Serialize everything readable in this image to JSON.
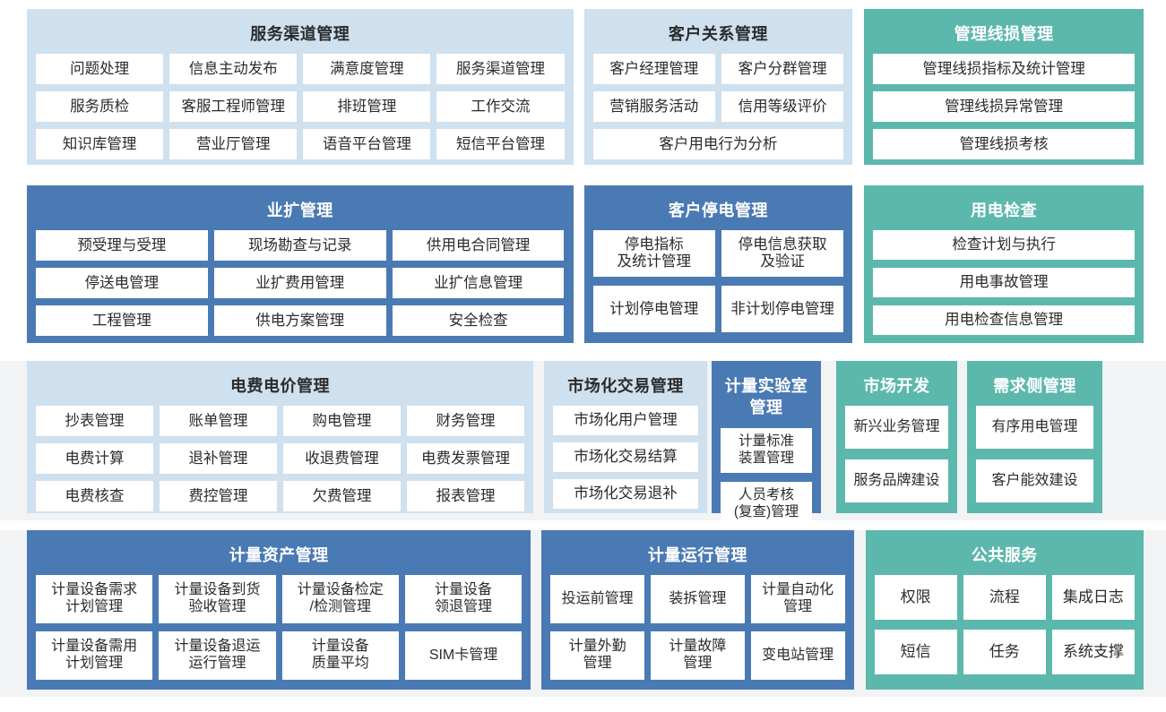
{
  "theme": {
    "page_background": "#ffffff",
    "band_background": "#f2f3f4",
    "light_blue": "#cfe0ee",
    "blue": "#4a7ab4",
    "teal": "#5cb8ac",
    "tile_background": "#ffffff",
    "tile_text": "#2b2b2b"
  },
  "rows": [
    {
      "panels": [
        {
          "id": "service",
          "title": "服务渠道管理",
          "color": "light_blue",
          "tile_rows": [
            [
              "问题处理",
              "信息主动发布",
              "满意度管理",
              "服务渠道管理"
            ],
            [
              "服务质检",
              "客服工程师管理",
              "排班管理",
              "工作交流"
            ],
            [
              "知识库管理",
              "营业厅管理",
              "语音平台管理",
              "短信平台管理"
            ]
          ]
        },
        {
          "id": "crm",
          "title": "客户关系管理",
          "color": "light_blue",
          "tile_rows": [
            [
              "客户经理管理",
              "客户分群管理"
            ],
            [
              "营销服务活动",
              "信用等级评价"
            ],
            [
              "客户用电行为分析"
            ]
          ]
        },
        {
          "id": "lineloss",
          "title": "管理线损管理",
          "color": "teal",
          "tile_rows": [
            [
              "管理线损指标及统计管理"
            ],
            [
              "管理线损异常管理"
            ],
            [
              "管理线损考核"
            ]
          ]
        }
      ]
    },
    {
      "panels": [
        {
          "id": "yekuo",
          "title": "业扩管理",
          "color": "blue",
          "tile_rows": [
            [
              "预受理与受理",
              "现场勘查与记录",
              "供用电合同管理"
            ],
            [
              "停送电管理",
              "业扩费用管理",
              "业扩信息管理"
            ],
            [
              "工程管理",
              "供电方案管理",
              "安全检查"
            ]
          ]
        },
        {
          "id": "outage",
          "title": "客户停电管理",
          "color": "blue",
          "tile_rows": [
            [
              "停电指标\n及统计管理",
              "停电信息获取\n及验证"
            ],
            [
              "计划停电管理",
              "非计划停电管理"
            ]
          ]
        },
        {
          "id": "inspect",
          "title": "用电检查",
          "color": "teal",
          "tile_rows": [
            [
              "检查计划与执行"
            ],
            [
              "用电事故管理"
            ],
            [
              "用电检查信息管理"
            ]
          ]
        }
      ]
    },
    {
      "panels": [
        {
          "id": "tariff",
          "title": "电费电价管理",
          "color": "light_blue",
          "tile_rows": [
            [
              "抄表管理",
              "账单管理",
              "购电管理",
              "财务管理"
            ],
            [
              "电费计算",
              "退补管理",
              "收退费管理",
              "电费发票管理"
            ],
            [
              "电费核查",
              "费控管理",
              "欠费管理",
              "报表管理"
            ]
          ]
        },
        {
          "id": "market",
          "title": "市场化交易管理",
          "color": "light_blue",
          "tile_rows": [
            [
              "市场化用户管理"
            ],
            [
              "市场化交易结算"
            ],
            [
              "市场化交易退补"
            ]
          ]
        },
        {
          "id": "metrolab",
          "title": "计量实验室管理",
          "color": "blue",
          "tile_rows": [
            [
              "计量标准\n装置管理"
            ],
            [
              "人员考核\n(复查)管理"
            ]
          ]
        },
        {
          "id": "mktdev",
          "title": "市场开发",
          "color": "teal",
          "tile_rows": [
            [
              "新兴业务管理"
            ],
            [
              "服务品牌建设"
            ]
          ]
        },
        {
          "id": "demand",
          "title": "需求侧管理",
          "color": "teal",
          "tile_rows": [
            [
              "有序用电管理"
            ],
            [
              "客户能效建设"
            ]
          ]
        }
      ]
    },
    {
      "panels": [
        {
          "id": "asset",
          "title": "计量资产管理",
          "color": "blue",
          "tile_rows": [
            [
              "计量设备需求\n计划管理",
              "计量设备到货\n验收管理",
              "计量设备检定\n/检测管理",
              "计量设备\n领退管理"
            ],
            [
              "计量设备需用\n计划管理",
              "计量设备退运\n运行管理",
              "计量设备\n质量平均",
              "SIM卡管理"
            ]
          ]
        },
        {
          "id": "metroop",
          "title": "计量运行管理",
          "color": "blue",
          "tile_rows": [
            [
              "投运前管理",
              "装拆管理",
              "计量自动化\n管理"
            ],
            [
              "计量外勤\n管理",
              "计量故障\n管理",
              "变电站管理"
            ]
          ]
        },
        {
          "id": "pubsvc",
          "title": "公共服务",
          "color": "teal",
          "tile_rows": [
            [
              "权限",
              "流程",
              "集成日志"
            ],
            [
              "短信",
              "任务",
              "系统支撑"
            ]
          ]
        }
      ]
    }
  ]
}
